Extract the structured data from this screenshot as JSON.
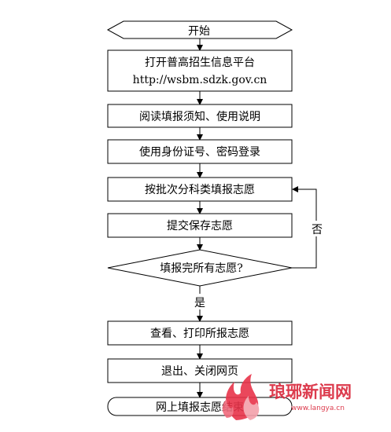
{
  "flowchart": {
    "start": "开始",
    "step1_line1": "打开普高招生信息平台",
    "step1_line2": "http://wsbm.sdzk.gov.cn",
    "step2": "阅读填报须知、使用说明",
    "step3": "使用身份证号、密码登录",
    "step4": "按批次分科类填报志愿",
    "step5": "提交保存志愿",
    "decision": "填报完所有志愿?",
    "no_label": "否",
    "yes_label": "是",
    "step6": "查看、打印所报志愿",
    "step7": "退出、关闭网页",
    "end": "网上填报志愿结束"
  },
  "watermark": {
    "brand": "琅琊新闻网",
    "url": "www.langya.cn",
    "color": "#d9263a"
  }
}
